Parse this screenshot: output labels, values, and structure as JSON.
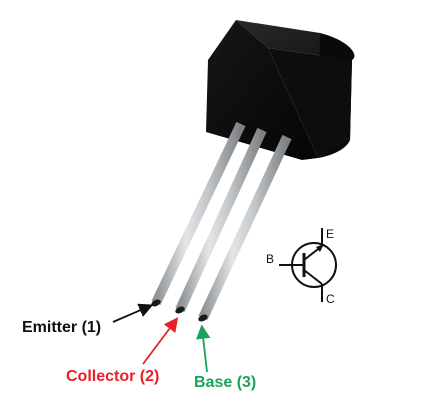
{
  "labels": {
    "emitter": "Emitter (1)",
    "collector": "Collector (2)",
    "base": "Base (3)"
  },
  "symbol": {
    "emitter_letter": "E",
    "base_letter": "B",
    "collector_letter": "C"
  },
  "colors": {
    "emitter": "#111111",
    "collector": "#e8202a",
    "base": "#1aa35a",
    "body": "#0b0b0b",
    "lead": "#b9bcbf"
  }
}
